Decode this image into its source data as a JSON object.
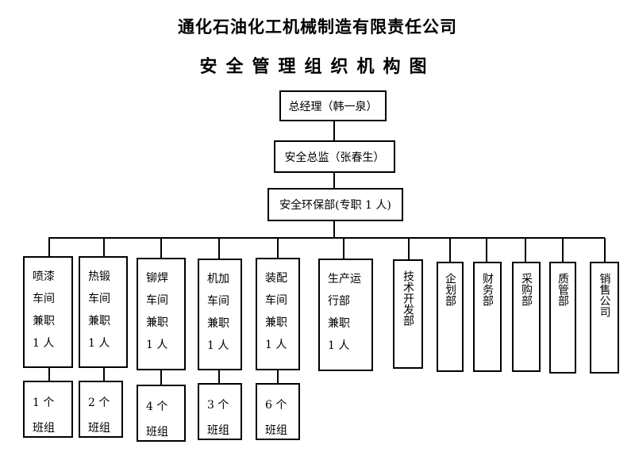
{
  "company": "通化石油化工机械制造有限责任公司",
  "chart_title": "安全管理组织机构图",
  "top_nodes": {
    "gm": "总经理（韩一泉）",
    "safety_director": "安全总监（张春生）",
    "env_dept": "安全环保部(专职 1 人)"
  },
  "departments": [
    {
      "lines": [
        "喷漆",
        "车间",
        "兼职",
        "1 人"
      ]
    },
    {
      "lines": [
        "热锻",
        "车间",
        "兼职",
        "1 人"
      ]
    },
    {
      "lines": [
        "铆焊",
        "车间",
        "兼职",
        "1 人"
      ]
    },
    {
      "lines": [
        "机加",
        "车间",
        "兼职",
        "1 人"
      ]
    },
    {
      "lines": [
        "装配",
        "车间",
        "兼职",
        "1 人"
      ]
    },
    {
      "lines": [
        "生产运",
        "行部",
        "兼职",
        "1 人"
      ]
    },
    {
      "text": "技术开发部"
    },
    {
      "text": "企划部"
    },
    {
      "text": "财务部"
    },
    {
      "text": "采购部"
    },
    {
      "text": "质管部"
    },
    {
      "text": "销售公司"
    }
  ],
  "teams": [
    {
      "lines": [
        "1 个",
        "班组"
      ]
    },
    {
      "lines": [
        "2 个",
        "班组"
      ]
    },
    {
      "lines": [
        "4 个",
        "班组"
      ]
    },
    {
      "lines": [
        "3 个",
        "班组"
      ]
    },
    {
      "lines": [
        "6 个",
        "班组"
      ]
    }
  ]
}
